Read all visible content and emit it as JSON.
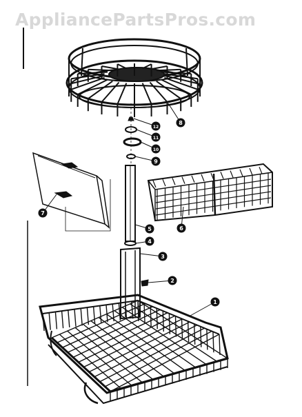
{
  "watermark": {
    "text": "AppliancePartsPros.com"
  },
  "callouts": [
    {
      "id": "upper-rack",
      "label": "8"
    },
    {
      "id": "part-12",
      "label": "12"
    },
    {
      "id": "part-11",
      "label": "11"
    },
    {
      "id": "part-10",
      "label": "10"
    },
    {
      "id": "part-9",
      "label": "9"
    },
    {
      "id": "flap",
      "label": "7"
    },
    {
      "id": "silverware-basket",
      "label": "6"
    },
    {
      "id": "tube",
      "label": "5"
    },
    {
      "id": "part-4",
      "label": "4"
    },
    {
      "id": "part-3",
      "label": "3"
    },
    {
      "id": "part-2",
      "label": "2"
    },
    {
      "id": "lower-rack",
      "label": "1"
    }
  ],
  "colors": {
    "ink": "#111111",
    "watermark": "#d8d8d8",
    "paper": "#ffffff"
  }
}
